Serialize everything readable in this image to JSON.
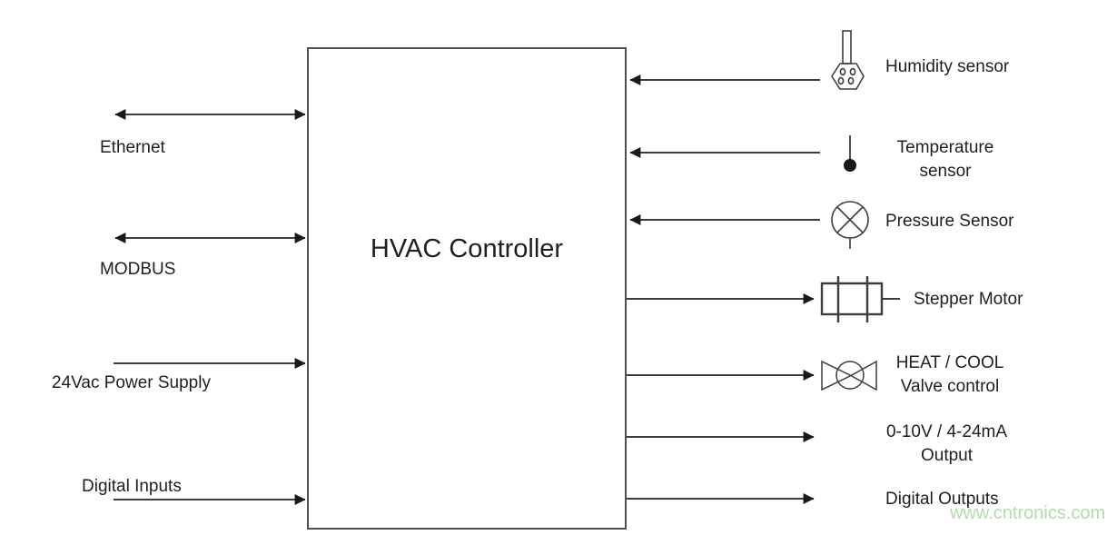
{
  "controller": {
    "label": "HVAC Controller"
  },
  "left_ports": [
    {
      "id": "ethernet",
      "label": "Ethernet",
      "direction": "bidirectional"
    },
    {
      "id": "modbus",
      "label": "MODBUS",
      "direction": "bidirectional"
    },
    {
      "id": "power",
      "label": "24Vac Power Supply",
      "direction": "input"
    },
    {
      "id": "digital-inputs",
      "label": "Digital Inputs",
      "direction": "input"
    }
  ],
  "right_ports": [
    {
      "id": "humidity",
      "label": "Humidity sensor",
      "direction": "input",
      "icon": "humidity-sensor-icon"
    },
    {
      "id": "temperature",
      "label": "Temperature\nsensor",
      "direction": "input",
      "icon": "temperature-sensor-icon"
    },
    {
      "id": "pressure",
      "label": "Pressure Sensor",
      "direction": "input",
      "icon": "pressure-sensor-icon"
    },
    {
      "id": "stepper",
      "label": "Stepper Motor",
      "direction": "output",
      "icon": "stepper-motor-icon"
    },
    {
      "id": "valve",
      "label": "HEAT / COOL\nValve control",
      "direction": "output",
      "icon": "valve-icon"
    },
    {
      "id": "analog-output",
      "label": "0-10V / 4-24mA\nOutput",
      "direction": "output",
      "icon": null
    },
    {
      "id": "digital-outputs",
      "label": "Digital Outputs",
      "direction": "output",
      "icon": null
    }
  ],
  "watermark": {
    "text": "www.cntronics.com",
    "color": "#b3dcae"
  },
  "colors": {
    "line": "#3d3d3d",
    "arrowhead": "#191919",
    "box_border": "#4f4f4f",
    "text": "#1f1f1f",
    "background": "#ffffff"
  }
}
